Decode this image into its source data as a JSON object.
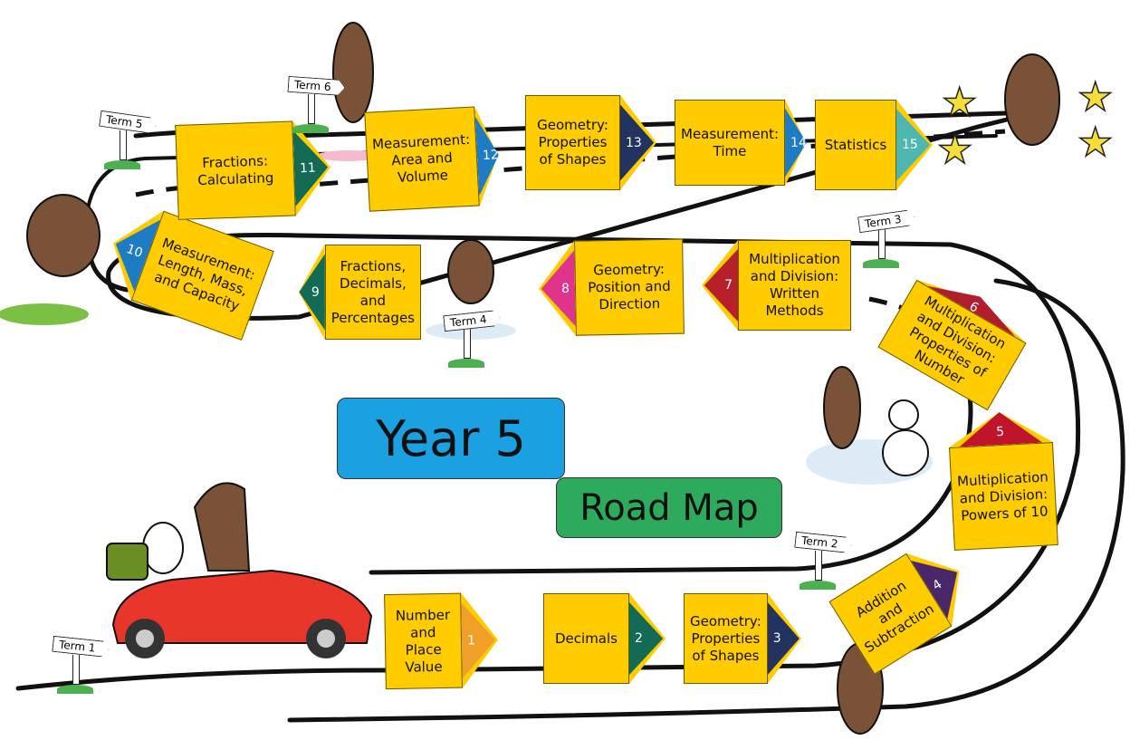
{
  "title": {
    "year": "Year 5",
    "subtitle": "Road Map"
  },
  "colors": {
    "box": "#FFCC00",
    "year_bg": "#1BA1E2",
    "roadmap_bg": "#2EAA5C"
  },
  "terms": [
    "Term 1",
    "Term 2",
    "Term 3",
    "Term 4",
    "Term 5",
    "Term 6"
  ],
  "units": [
    {
      "number": "1",
      "label": "Number and Place Value",
      "color": "#F0A028"
    },
    {
      "number": "2",
      "label": "Decimals",
      "color": "#136B55"
    },
    {
      "number": "3",
      "label": "Geometry: Properties of Shapes",
      "color": "#22335F"
    },
    {
      "number": "4",
      "label": "Addition and Subtraction",
      "color": "#4A2768"
    },
    {
      "number": "5",
      "label": "Multiplication and Division: Powers of 10",
      "color": "#C0142C"
    },
    {
      "number": "6",
      "label": "Multiplication and Division: Properties of Number",
      "color": "#B01E2E"
    },
    {
      "number": "7",
      "label": "Multiplication and Division: Written Methods",
      "color": "#B5202A"
    },
    {
      "number": "8",
      "label": "Geometry: Position and Direction",
      "color": "#E0338C"
    },
    {
      "number": "9",
      "label": "Fractions, Decimals, and Percentages",
      "color": "#136B55"
    },
    {
      "number": "10",
      "label": "Measurement: Length, Mass, and Capacity",
      "color": "#1E7CC4"
    },
    {
      "number": "11",
      "label": "Fractions: Calculating",
      "color": "#136B55"
    },
    {
      "number": "12",
      "label": "Measurement: Area and Volume",
      "color": "#1E7CC4"
    },
    {
      "number": "13",
      "label": "Geometry: Properties of Shapes",
      "color": "#22335F"
    },
    {
      "number": "14",
      "label": "Measurement: Time",
      "color": "#1E7CC4"
    },
    {
      "number": "15",
      "label": "Statistics",
      "color": "#4EB8B0"
    }
  ]
}
